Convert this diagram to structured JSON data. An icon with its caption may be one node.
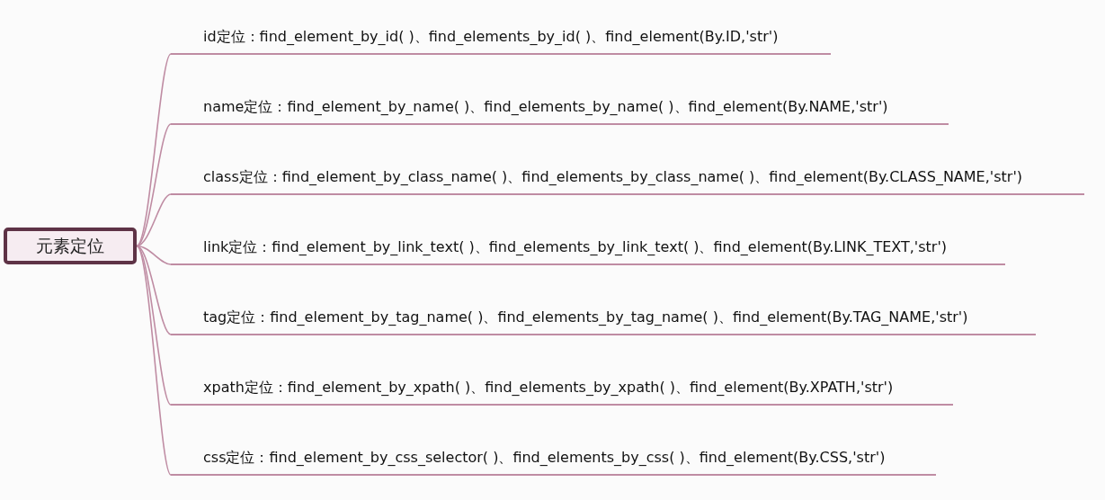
{
  "diagram": {
    "nodes": [
      {
        "text": [
          "元素定位"
        ]
      },
      {
        "text": [
          "id定位：find_element_by_id( )、find_elements_by_id( )、find_element(By.ID,'str')"
        ]
      },
      {
        "text": [
          "name定位：find_element_by_name( )、find_elements_by_name( )、find_element(By.NAME,'str')"
        ]
      },
      {
        "text": [
          "class定位：find_element_by_class_name( )、find_elements_by_class_name( )、find_element(By.CLASS_NAME,'str')"
        ]
      },
      {
        "text": [
          "link定位：find_element_by_link_text( )、find_elements_by_link_text( )、find_element(By.LINK_TEXT,'str')"
        ]
      },
      {
        "text": [
          "tag定位：find_element_by_tag_name( )、find_elements_by_tag_name( )、find_element(By.TAG_NAME,'str')"
        ]
      },
      {
        "text": [
          "xpath定位：find_element_by_xpath( )、find_elements_by_xpath( )、find_element(By.XPATH,'str')"
        ]
      },
      {
        "text": [
          "css定位：find_element_by_css_selector( )、find_elements_by_css( )、find_element(By.CSS,'str')"
        ]
      }
    ],
    "edges": [
      {
        "from": 0,
        "to": 1,
        "arrow": "none"
      },
      {
        "from": 0,
        "to": 2,
        "arrow": "none"
      },
      {
        "from": 0,
        "to": 3,
        "arrow": "none"
      },
      {
        "from": 0,
        "to": 4,
        "arrow": "none"
      },
      {
        "from": 0,
        "to": 5,
        "arrow": "none"
      },
      {
        "from": 0,
        "to": 6,
        "arrow": "none"
      },
      {
        "from": 0,
        "to": 7,
        "arrow": "none"
      }
    ]
  }
}
